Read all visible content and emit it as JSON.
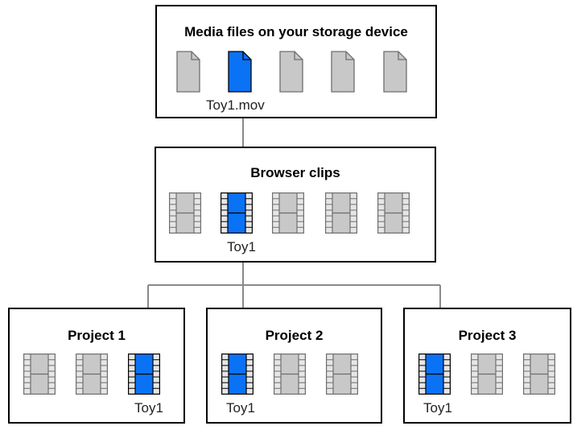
{
  "storage": {
    "title": "Media files on your storage device",
    "files": [
      {
        "highlighted": false,
        "label": ""
      },
      {
        "highlighted": true,
        "label": "Toy1.mov"
      },
      {
        "highlighted": false,
        "label": ""
      },
      {
        "highlighted": false,
        "label": ""
      },
      {
        "highlighted": false,
        "label": ""
      }
    ]
  },
  "browser": {
    "title": "Browser clips",
    "clips": [
      {
        "highlighted": false,
        "label": ""
      },
      {
        "highlighted": true,
        "label": "Toy1"
      },
      {
        "highlighted": false,
        "label": ""
      },
      {
        "highlighted": false,
        "label": ""
      },
      {
        "highlighted": false,
        "label": ""
      }
    ]
  },
  "projects": [
    {
      "title": "Project 1",
      "clips": [
        {
          "highlighted": false,
          "label": ""
        },
        {
          "highlighted": false,
          "label": ""
        },
        {
          "highlighted": true,
          "label": "Toy1"
        }
      ]
    },
    {
      "title": "Project 2",
      "clips": [
        {
          "highlighted": true,
          "label": "Toy1"
        },
        {
          "highlighted": false,
          "label": ""
        },
        {
          "highlighted": false,
          "label": ""
        }
      ]
    },
    {
      "title": "Project 3",
      "clips": [
        {
          "highlighted": true,
          "label": "Toy1"
        },
        {
          "highlighted": false,
          "label": ""
        },
        {
          "highlighted": false,
          "label": ""
        }
      ]
    }
  ],
  "colors": {
    "highlight": "#0a72f5",
    "neutral_fill": "#c8c8c8",
    "neutral_stroke": "#6e6e6e",
    "connector": "#8a8a8a"
  }
}
